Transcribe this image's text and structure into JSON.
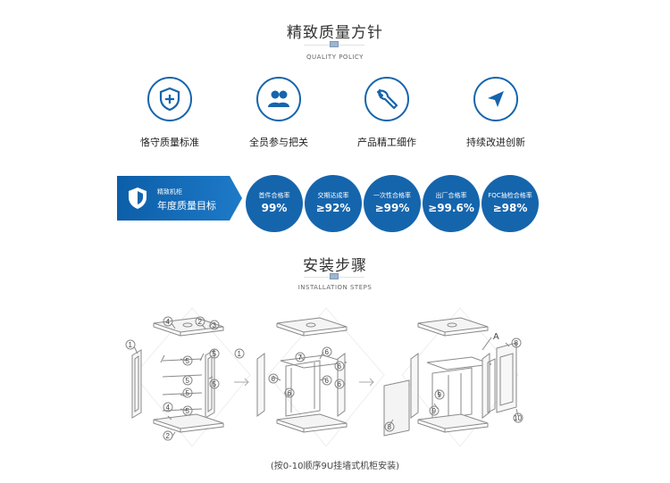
{
  "quality": {
    "title": "精致质量方针",
    "subtitle": "QUALITY POLICY",
    "policies": [
      {
        "label": "恪守质量标准",
        "icon": "shield-plus-icon"
      },
      {
        "label": "全员参与把关",
        "icon": "people-icon"
      },
      {
        "label": "产品精工细作",
        "icon": "wrench-icon"
      },
      {
        "label": "持续改进创新",
        "icon": "paper-plane-icon"
      }
    ]
  },
  "banner": {
    "line1": "精致机柜",
    "line2": "年度质量目标"
  },
  "stats": [
    {
      "label": "首件合格率",
      "value": "99%"
    },
    {
      "label": "交期达成率",
      "value": "≥92%"
    },
    {
      "label": "一次性合格率",
      "value": "≥99%"
    },
    {
      "label": "出厂合格率",
      "value": "≥99.6%"
    },
    {
      "label": "FQC抽检合格率",
      "value": "≥98%"
    }
  ],
  "install": {
    "title": "安装步骤",
    "subtitle": "INSTALLATION STEPS",
    "caption": "(按0-10顺序9U挂墙式机柜安装)",
    "callouts": [
      "1",
      "2",
      "3",
      "4",
      "5",
      "6",
      "7",
      "8",
      "9",
      "10",
      "A"
    ]
  },
  "colors": {
    "brand_blue": "#1565ad",
    "text": "#333333",
    "line_art": "#8a8a8a"
  }
}
